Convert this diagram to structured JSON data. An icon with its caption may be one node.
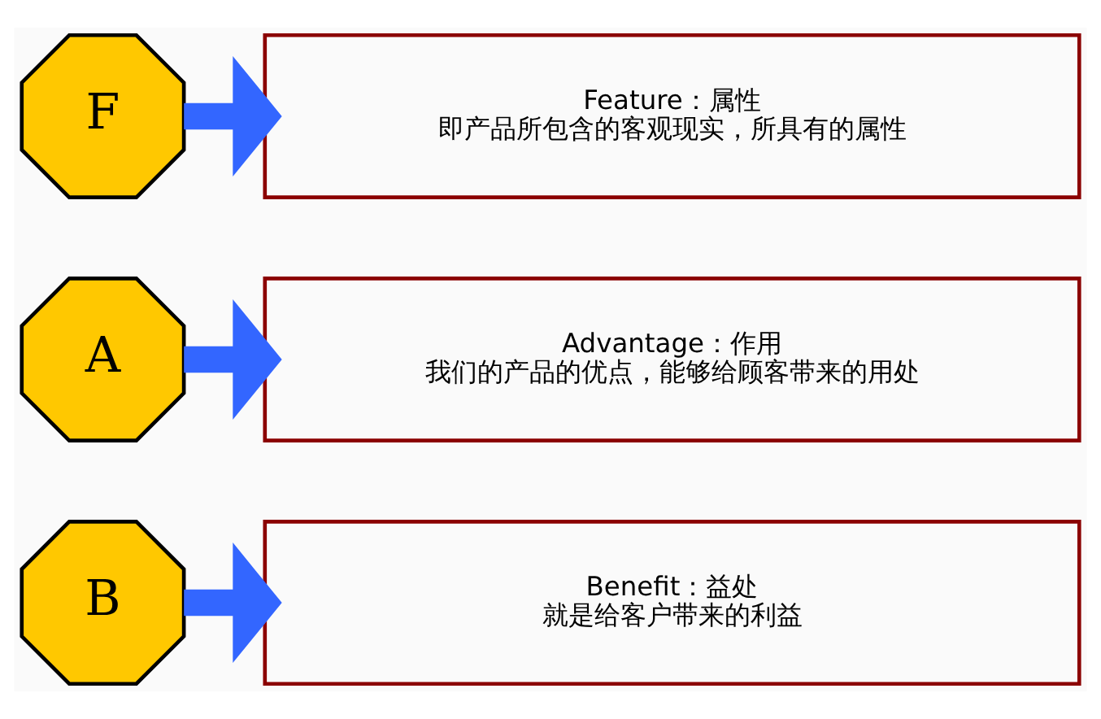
{
  "diagram": {
    "nodes": [
      {
        "text": [
          "F"
        ]
      },
      {
        "text": [
          "Feature：属性",
          "即产品所包含的客观现实，所具有的属性"
        ]
      },
      {
        "text": [
          "A"
        ]
      },
      {
        "text": [
          "Advantage：作用",
          "我们的产品的优点，能够给顾客带来的用处"
        ]
      },
      {
        "text": [
          "B"
        ]
      },
      {
        "text": [
          "Benefit：益处",
          "就是给客户带来的利益"
        ]
      }
    ],
    "edges": [
      {
        "from": 0,
        "to": 1,
        "arrow": "to"
      },
      {
        "from": 2,
        "to": 3,
        "arrow": "to"
      },
      {
        "from": 4,
        "to": 5,
        "arrow": "to"
      }
    ]
  }
}
